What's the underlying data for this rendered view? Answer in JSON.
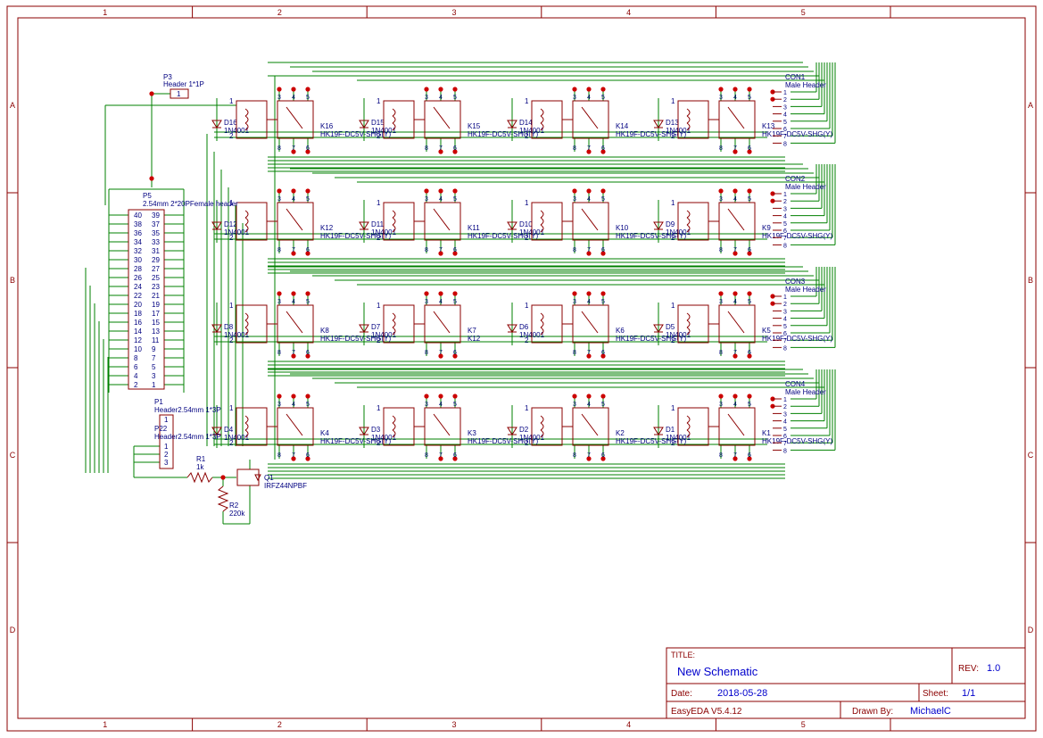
{
  "frame": {
    "columns": [
      "1",
      "2",
      "3",
      "4",
      "5"
    ],
    "rows": [
      "A",
      "B",
      "C",
      "D"
    ]
  },
  "colors": {
    "frame": "#8b0000",
    "wire": "#008000",
    "part": "#8b0000",
    "label": "#000080",
    "junction": "#cc0000",
    "title_text": "#0000cc"
  },
  "title_block": {
    "title_label": "TITLE:",
    "title_value": "New Schematic",
    "rev_label": "REV:",
    "rev_value": "1.0",
    "date_label": "Date:",
    "date_value": "2018-05-28",
    "sheet_label": "Sheet:",
    "sheet_value": "1/1",
    "tool": "EasyEDA V5.4.12",
    "drawn_label": "Drawn By:",
    "drawn_value": "MichaelC"
  },
  "relays": [
    {
      "ref": "K16",
      "part": "HK19F-DC5V-SHG(Y)",
      "diode": "D16",
      "diode_part": "1N4001"
    },
    {
      "ref": "K15",
      "part": "HK19F-DC5V-SHG(Y)",
      "diode": "D15",
      "diode_part": "1N4001"
    },
    {
      "ref": "K14",
      "part": "HK19F-DC5V-SHG(Y)",
      "diode": "D14",
      "diode_part": "1N4001"
    },
    {
      "ref": "K13",
      "part": "HK19F-DC5V-SHG(Y)",
      "diode": "D13",
      "diode_part": "1N4001"
    },
    {
      "ref": "K12",
      "part": "HK19F-DC5V-SHG(Y)",
      "diode": "D12",
      "diode_part": "1N4001"
    },
    {
      "ref": "K11",
      "part": "HK19F-DC5V-SHG(Y)",
      "diode": "D11",
      "diode_part": "1N4001"
    },
    {
      "ref": "K10",
      "part": "HK19F-DC5V-SHG(Y)",
      "diode": "D10",
      "diode_part": "1N4001"
    },
    {
      "ref": "K9",
      "part": "HK19F-DC5V-SHG(Y)",
      "diode": "D9",
      "diode_part": "1N4001"
    },
    {
      "ref": "K8",
      "part": "HK19F-DC5V-SHG(Y)",
      "diode": "D8",
      "diode_part": "1N4001"
    },
    {
      "ref": "K7",
      "part": "K12",
      "diode": "D7",
      "diode_part": "1N4001"
    },
    {
      "ref": "K6",
      "part": "HK19F-DC5V-SHG(Y)",
      "diode": "D6",
      "diode_part": "1N4001"
    },
    {
      "ref": "K5",
      "part": "HK19F-DC5V-SHG(Y)",
      "diode": "D5",
      "diode_part": "1N4001"
    },
    {
      "ref": "K4",
      "part": "HK19F-DC5V-SHG(Y)",
      "diode": "D4",
      "diode_part": "1N4001"
    },
    {
      "ref": "K3",
      "part": "HK19F-DC5V-SHG(Y)",
      "diode": "D3",
      "diode_part": "1N4001"
    },
    {
      "ref": "K2",
      "part": "HK19F-DC5V-SHG(Y)",
      "diode": "D2",
      "diode_part": "1N4001"
    },
    {
      "ref": "K1",
      "part": "HK19F-DC5V-SHG(Y)",
      "diode": "D1",
      "diode_part": "1N4001"
    }
  ],
  "relay_pins": {
    "top": [
      "3",
      "4",
      "5"
    ],
    "bottom": [
      "8",
      "7",
      "6"
    ],
    "coil": [
      "1",
      "2"
    ]
  },
  "connectors": [
    {
      "ref": "CON4",
      "part": "Male Header"
    },
    {
      "ref": "CON3",
      "part": "Male Header"
    },
    {
      "ref": "CON2",
      "part": "Male Header"
    },
    {
      "ref": "CON1",
      "part": "Male Header"
    }
  ],
  "connector_pins": [
    "1",
    "2",
    "3",
    "4",
    "5",
    "6",
    "7",
    "8"
  ],
  "p3": {
    "ref": "P3",
    "part": "Header 1*1P",
    "pin": "1"
  },
  "p5": {
    "ref": "P5",
    "part": "2.54mm 2*20PFemale header",
    "rows": [
      [
        "40",
        "39"
      ],
      [
        "38",
        "37"
      ],
      [
        "36",
        "35"
      ],
      [
        "34",
        "33"
      ],
      [
        "32",
        "31"
      ],
      [
        "30",
        "29"
      ],
      [
        "28",
        "27"
      ],
      [
        "26",
        "25"
      ],
      [
        "24",
        "23"
      ],
      [
        "22",
        "21"
      ],
      [
        "20",
        "19"
      ],
      [
        "18",
        "17"
      ],
      [
        "16",
        "15"
      ],
      [
        "14",
        "13"
      ],
      [
        "12",
        "11"
      ],
      [
        "10",
        "9"
      ],
      [
        "8",
        "7"
      ],
      [
        "6",
        "5"
      ],
      [
        "4",
        "3"
      ],
      [
        "2",
        "1"
      ]
    ]
  },
  "p1": {
    "ref": "P1",
    "part": "Header2.54mm 1*3P",
    "pins": [
      "1",
      "2",
      "3"
    ]
  },
  "p2": {
    "ref": "P22",
    "part": "Header2.54mm 1*3P",
    "pins": [
      "1",
      "2",
      "3"
    ]
  },
  "r1": {
    "ref": "R1",
    "value": "1k"
  },
  "r2": {
    "ref": "R2",
    "value": "220k"
  },
  "q1": {
    "ref": "Q1",
    "part": "IRFZ44NPBF"
  }
}
